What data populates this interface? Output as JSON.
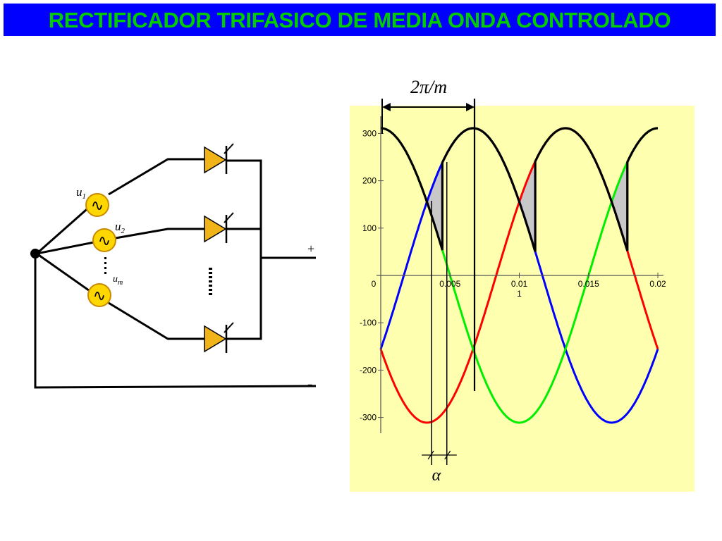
{
  "slide": {
    "title": "RECTIFICADOR TRIFASICO DE MEDIA ONDA  CONTROLADO",
    "title_color": "#00cc00",
    "bar_color": "#0000ff"
  },
  "circuit": {
    "source_labels": [
      {
        "base": "u",
        "sub": "1"
      },
      {
        "base": "u",
        "sub": "2"
      },
      {
        "base": "u",
        "sub": "m"
      }
    ],
    "source_glyph": "∿",
    "output_plus": "+",
    "output_minus": "-",
    "source_color": "#ffd700",
    "thyristor_color": "#f0b418"
  },
  "chart_data": {
    "type": "line",
    "background": "#ffffb0",
    "period_label": "2π/m",
    "alpha_label": "α",
    "x_ticks": [
      "0",
      "0.005",
      "0.01",
      "0.015",
      "0.02"
    ],
    "x_tick_values": [
      0,
      0.005,
      0.01,
      0.015,
      0.02
    ],
    "x_subscript": "1",
    "y_ticks": [
      "300",
      "200",
      "100",
      "-100",
      "-200",
      "-300"
    ],
    "y_tick_values": [
      300,
      200,
      100,
      -100,
      -200,
      -300
    ],
    "xlim": [
      0,
      0.02
    ],
    "ylim": [
      -310,
      310
    ],
    "amplitude": 311,
    "frequency_hz": 50,
    "series": [
      {
        "color": "#0000ff",
        "phase_deg": -30
      },
      {
        "color": "#ff0000",
        "phase_deg": -150
      },
      {
        "color": "#00ee00",
        "phase_deg": 90
      }
    ],
    "output_color": "#000000",
    "shade_color": "#c8c8c8",
    "firing_delay_s": 0.0011
  }
}
